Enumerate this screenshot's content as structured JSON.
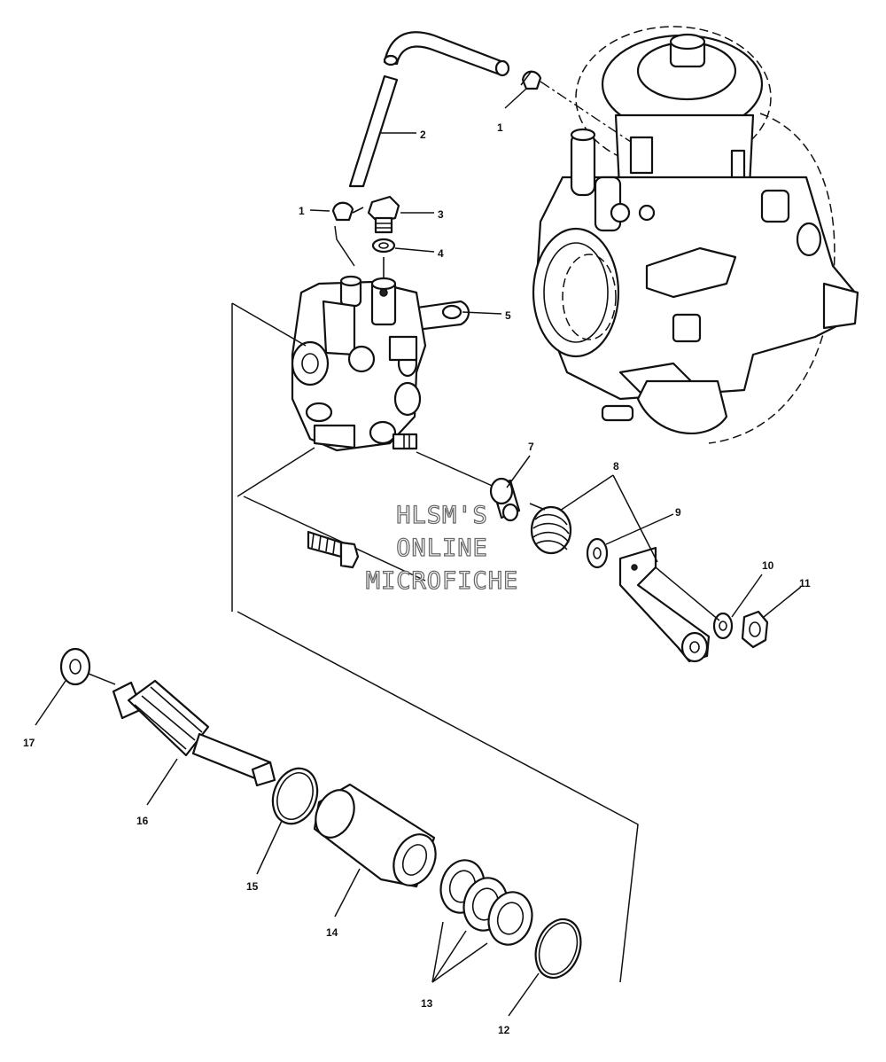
{
  "watermark": {
    "line1": "HLSM'S",
    "line2": "ONLINE",
    "line3": "MICROFICHE"
  },
  "callouts": [
    {
      "id": "callout-1-top",
      "label": "1"
    },
    {
      "id": "callout-2",
      "label": "2"
    },
    {
      "id": "callout-1-left",
      "label": "1"
    },
    {
      "id": "callout-3",
      "label": "3"
    },
    {
      "id": "callout-4",
      "label": "4"
    },
    {
      "id": "callout-5",
      "label": "5"
    },
    {
      "id": "callout-7",
      "label": "7"
    },
    {
      "id": "callout-8",
      "label": "8"
    },
    {
      "id": "callout-9",
      "label": "9"
    },
    {
      "id": "callout-10",
      "label": "10"
    },
    {
      "id": "callout-11",
      "label": "11"
    },
    {
      "id": "callout-17",
      "label": "17"
    },
    {
      "id": "callout-16",
      "label": "16"
    },
    {
      "id": "callout-15",
      "label": "15"
    },
    {
      "id": "callout-14",
      "label": "14"
    },
    {
      "id": "callout-13",
      "label": "13"
    },
    {
      "id": "callout-12",
      "label": "12"
    }
  ]
}
